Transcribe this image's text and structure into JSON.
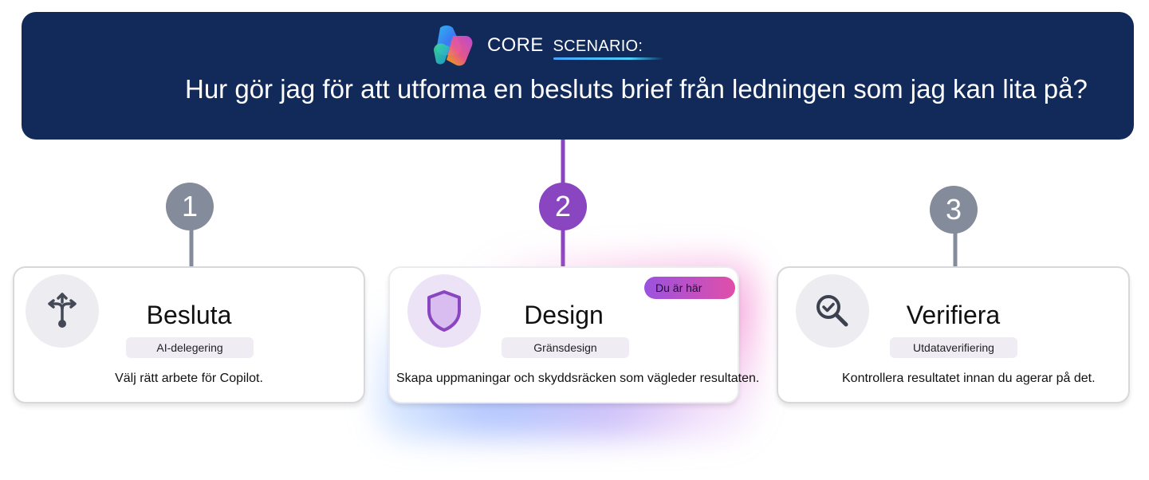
{
  "header": {
    "eyebrow_core": "CORE",
    "eyebrow_scenario": "SCENARIO:",
    "question": "Hur gör jag för att utforma en besluts brief från ledningen som jag kan lita på?",
    "logo_icon": "copilot-logo-icon",
    "background_color": "#112a59"
  },
  "steps": [
    {
      "number": "1",
      "color": "#848b9a"
    },
    {
      "number": "2",
      "color": "#8a45c0"
    },
    {
      "number": "3",
      "color": "#848b9a"
    }
  ],
  "cards": [
    {
      "icon": "split-arrows-icon",
      "title": "Besluta",
      "tag": "AI-delegering",
      "description": "Välj rätt arbete för Copilot."
    },
    {
      "icon": "shield-icon",
      "title": "Design",
      "tag": "Gränsdesign",
      "description": "Skapa uppmaningar och skyddsräcken som vägleder resultaten.",
      "badge": "Du är här"
    },
    {
      "icon": "search-check-icon",
      "title": "Verifiera",
      "tag": "Utdataverifiering",
      "description": "Kontrollera resultatet innan du agerar på det."
    }
  ],
  "colors": {
    "active": "#8a45c0",
    "inactive": "#848b9a",
    "badge_gradient_start": "#9a52e0",
    "badge_gradient_end": "#e04fa8"
  }
}
